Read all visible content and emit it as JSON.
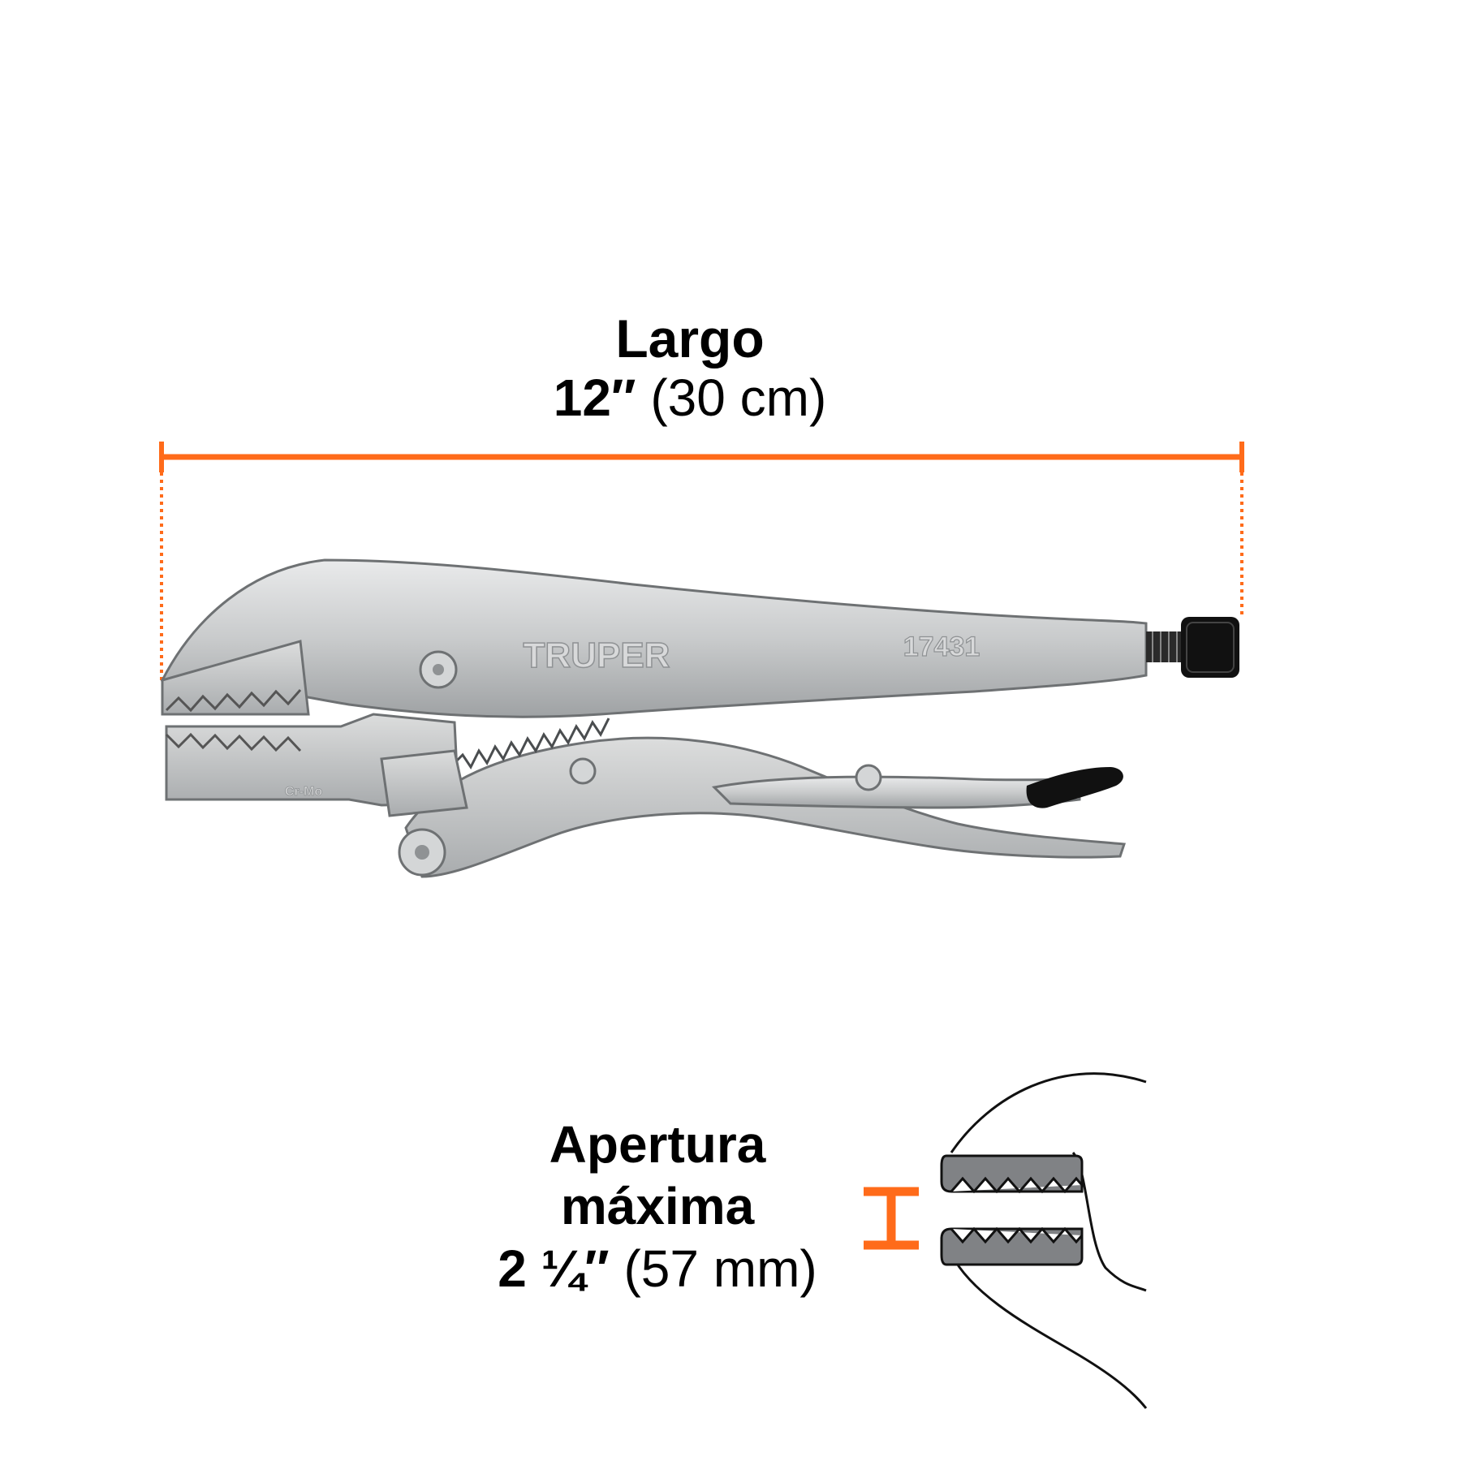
{
  "dimensions": {
    "length": {
      "title": "Largo",
      "value_imperial": "12″",
      "value_metric": "(30 cm)"
    },
    "opening": {
      "title_line1": "Apertura",
      "title_line2": "máxima",
      "value_imperial": "2 ¼″",
      "value_metric": "(57 mm)"
    }
  },
  "tool_markings": {
    "brand": "TRUPER",
    "model": "17431",
    "material": "Cr-Mo"
  },
  "colors": {
    "accent": "#ff6b1a",
    "steel": "#c9cbcc",
    "steel_dark": "#8f9294",
    "grip": "#111111",
    "jaw_gray": "#808285"
  }
}
